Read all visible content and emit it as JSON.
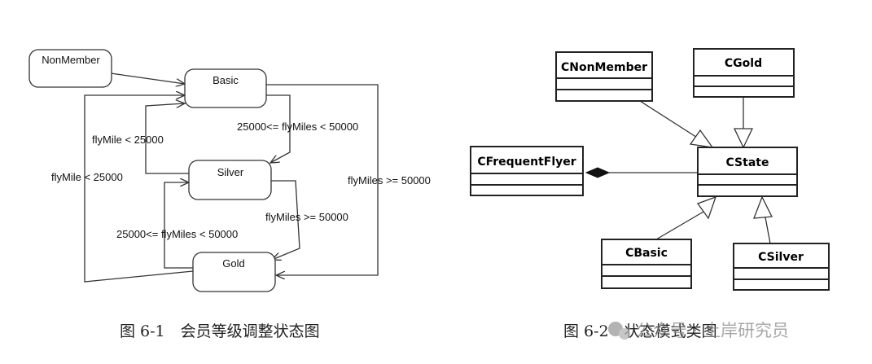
{
  "state_diagram": {
    "states": {
      "nonmember": "NonMember",
      "basic": "Basic",
      "silver": "Silver",
      "gold": "Gold"
    },
    "transitions": {
      "silver_to_basic": "flyMile < 25000",
      "basic_to_silver": "25000<= flyMiles < 50000",
      "gold_to_basic": "flyMile < 25000",
      "silver_to_gold": "flyMiles >= 50000",
      "gold_to_silver": "25000<= flyMiles < 50000",
      "basic_to_gold": "flyMiles >= 50000"
    },
    "caption": "图 6-1　会员等级调整状态图"
  },
  "class_diagram": {
    "classes": {
      "cnonmember": "CNonMember",
      "cgold": "CGold",
      "cfrequentflyer": "CFrequentFlyer",
      "cstate": "CState",
      "cbasic": "CBasic",
      "csilver": "CSilver"
    },
    "caption": "图 6-2　状态模式类图"
  },
  "watermark": "公众号 · 土岸研究员"
}
